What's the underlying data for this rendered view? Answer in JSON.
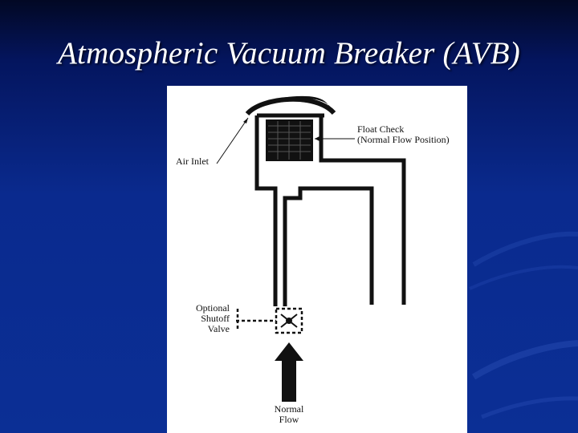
{
  "slide": {
    "title": "Atmospheric Vacuum Breaker (AVB)"
  },
  "diagram": {
    "labels": {
      "air_inlet": "Air Inlet",
      "float_check_line1": "Float Check",
      "float_check_line2": "(Normal Flow Position)",
      "shutoff_line1": "Optional",
      "shutoff_line2": "Shutoff",
      "shutoff_line3": "Valve",
      "flow_line1": "Normal",
      "flow_line2": "Flow"
    }
  },
  "colors": {
    "background_dark": "#020824",
    "background_blue": "#0b2f95",
    "title_text": "#ffffff",
    "line_art": "#111111"
  }
}
